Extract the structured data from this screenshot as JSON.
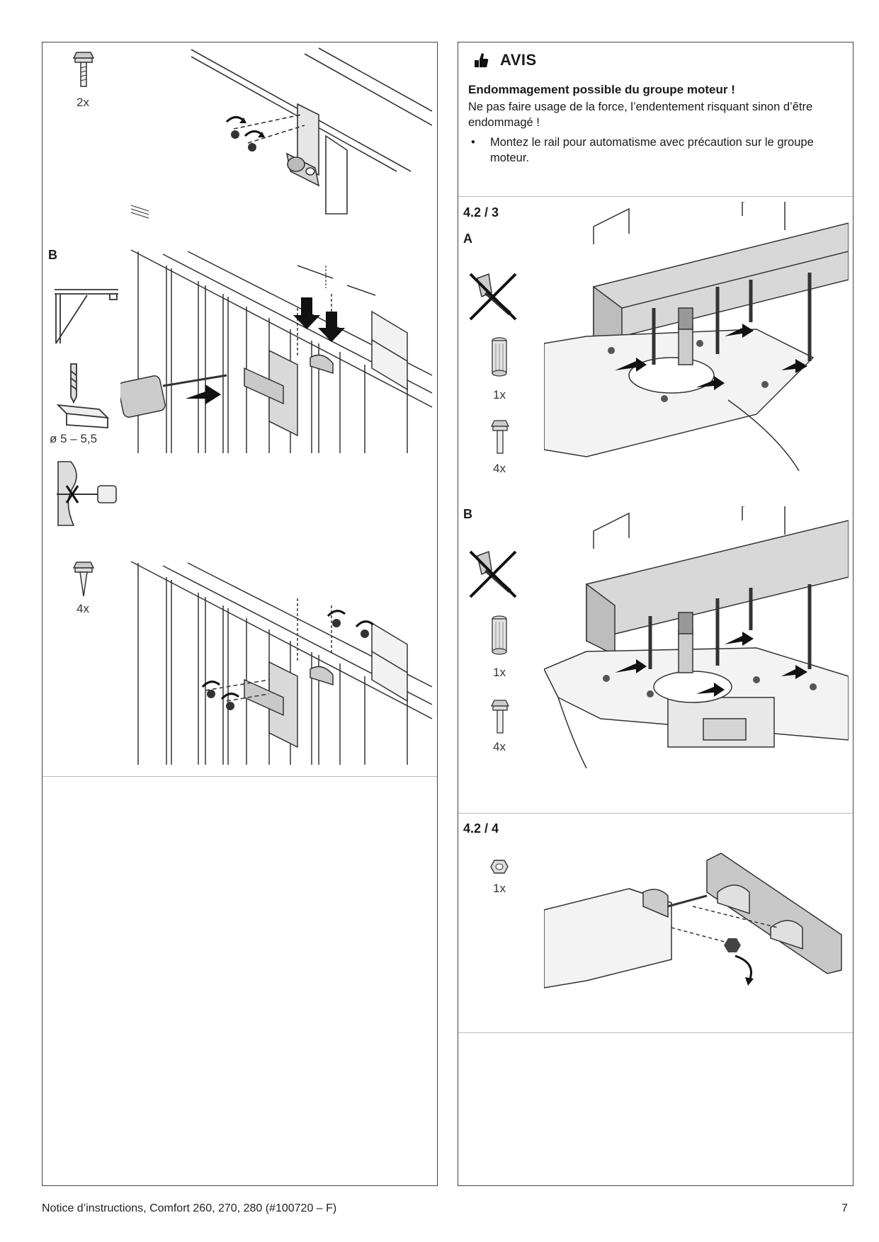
{
  "left": {
    "top_qty": "2x",
    "section_b_label": "B",
    "drill_size": "ø 5 – 5,5",
    "bottom_qty": "4x"
  },
  "notice": {
    "title": "AVIS",
    "heading": "Endommagement possible du groupe moteur !",
    "body": "Ne pas faire usage de la force, l’endentement risquant sinon d’être endommagé !",
    "bullet": "Montez le rail pour automatisme avec précaution sur le groupe moteur."
  },
  "step_423": {
    "number": "4.2 / 3",
    "a": {
      "label": "A",
      "qty_adapter": "1x",
      "qty_screws": "4x"
    },
    "b": {
      "label": "B",
      "qty_adapter": "1x",
      "qty_screws": "4x"
    }
  },
  "step_424": {
    "number": "4.2 / 4",
    "qty_nut": "1x"
  },
  "footer": {
    "title": "Notice d’instructions, Comfort 260, 270, 280 (#100720 – F)",
    "page": "7"
  },
  "icons": [
    "bolt-icon",
    "hand-warning-icon",
    "no-force-icon",
    "adapter-icon",
    "screw-icon",
    "nut-icon",
    "drill-bit-icon"
  ]
}
